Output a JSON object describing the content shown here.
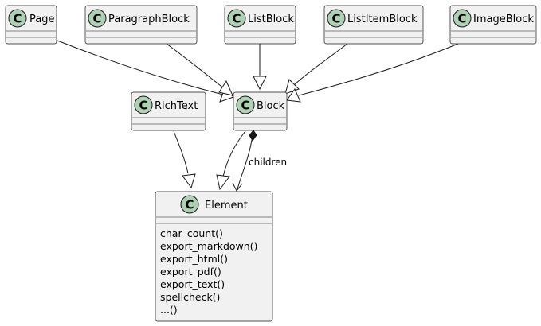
{
  "diagram": {
    "classes": {
      "page": {
        "name": "Page",
        "stereotype": "C"
      },
      "paragraph_block": {
        "name": "ParagraphBlock",
        "stereotype": "C"
      },
      "list_block": {
        "name": "ListBlock",
        "stereotype": "C"
      },
      "list_item_block": {
        "name": "ListItemBlock",
        "stereotype": "C"
      },
      "image_block": {
        "name": "ImageBlock",
        "stereotype": "C"
      },
      "rich_text": {
        "name": "RichText",
        "stereotype": "C"
      },
      "block": {
        "name": "Block",
        "stereotype": "C"
      },
      "element": {
        "name": "Element",
        "stereotype": "C",
        "methods": [
          "char_count()",
          "export_markdown()",
          "export_html()",
          "export_pdf()",
          "export_text()",
          "spellcheck()",
          "...()"
        ]
      }
    },
    "relations": {
      "block_children_label": "children"
    }
  }
}
